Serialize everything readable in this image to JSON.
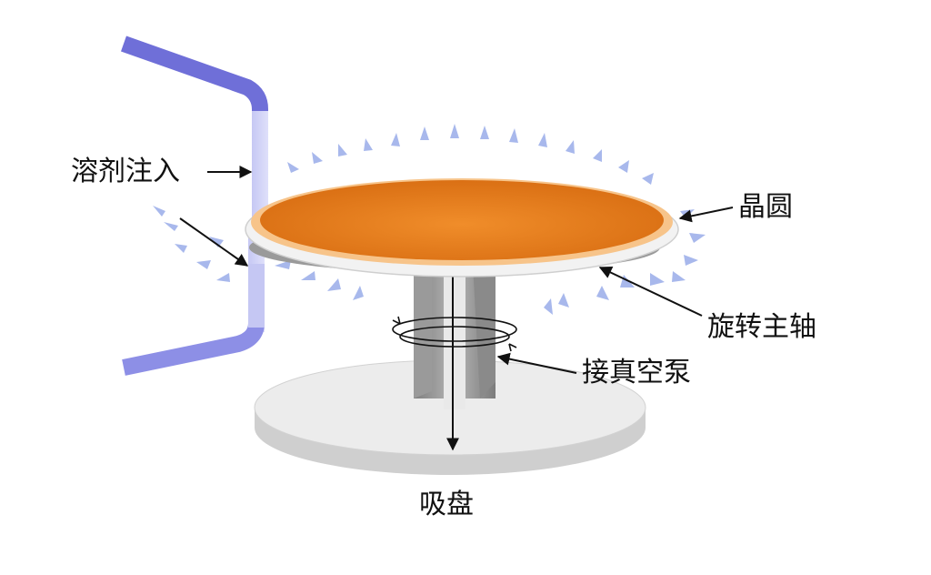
{
  "labels": {
    "solvent_inject": "溶剂注入",
    "wafer": "晶圆",
    "spindle": "旋转主轴",
    "vacuum_pump": "接真空泵",
    "chuck": "吸盘"
  },
  "colors": {
    "wafer_fill": "#e07a1e",
    "wafer_rim": "#f7c48a",
    "pipe": "#6f6fd8",
    "spray": "#9fb1ea",
    "base": "#e6e6e6",
    "shaft": "#8c8c8c",
    "arrow": "#111111"
  }
}
